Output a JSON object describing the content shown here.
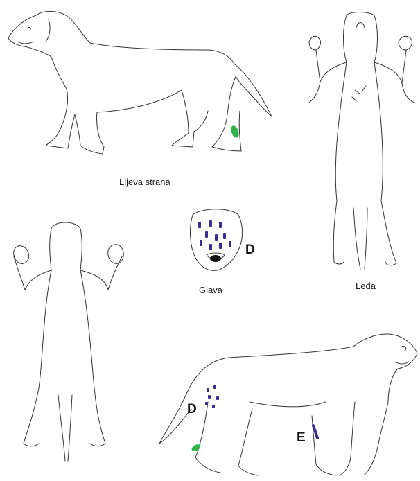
{
  "labels": {
    "left_side": "Lijeva strana",
    "back": "Leđa",
    "head": "Glava",
    "head_marker": "D",
    "right_marker_d": "D",
    "right_marker_e": "E"
  },
  "colors": {
    "blue_mark": "#3b2a8f",
    "green_mark": "#2fb34a",
    "outline": "#333333"
  }
}
